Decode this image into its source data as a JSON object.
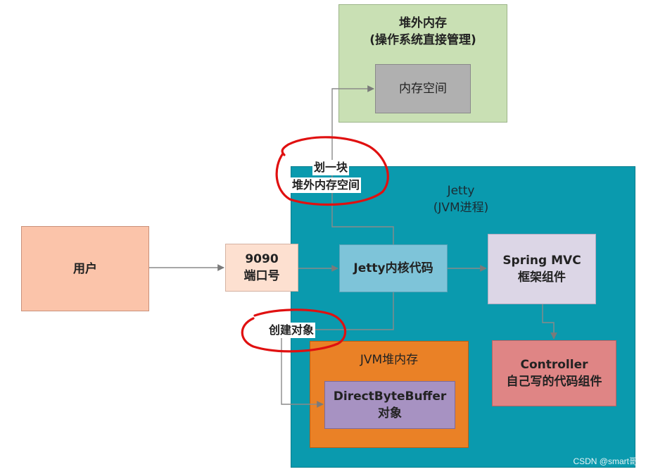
{
  "offheap": {
    "title_1": "堆外内存",
    "title_2": "(操作系统直接管理)",
    "space": "内存空间"
  },
  "user": "用户",
  "port": {
    "line1": "9090",
    "line2": "端口号"
  },
  "jetty": {
    "title_1": "Jetty",
    "title_2": "(JVM进程)",
    "core": "Jetty内核代码"
  },
  "spring": {
    "line1": "Spring MVC",
    "line2": "框架组件"
  },
  "controller": {
    "line1": "Controller",
    "line2": "自己写的代码组件"
  },
  "jvmheap": {
    "title": "JVM堆内存",
    "buffer_line1": "DirectByteBuffer",
    "buffer_line2": "对象"
  },
  "annotations": {
    "carve_1": "划一块",
    "carve_2": "堆外内存空间",
    "create": "创建对象"
  },
  "watermark": "CSDN @smart哥",
  "colors": {
    "offheap_bg": "#c9e0b4",
    "gray_box": "#b0b0b0",
    "jetty_bg": "#0a9aae",
    "core_bg": "#7ec4d9",
    "spring_bg": "#dcd6e6",
    "controller_bg": "#df8585",
    "heap_bg": "#ea8126",
    "buffer_bg": "#a792c2",
    "user_bg": "#fbc4aa",
    "port_bg": "#fde0d0",
    "highlight": "#e01010"
  }
}
